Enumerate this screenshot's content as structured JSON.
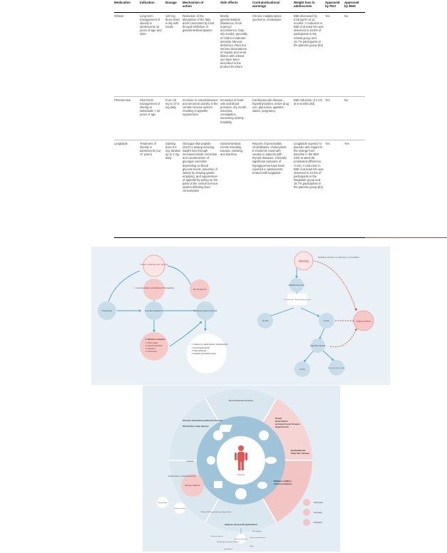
{
  "table": {
    "headers": [
      "Medication",
      "Indication",
      "Dosage",
      "Mechanism of action",
      "Side effects",
      "Contraindications/ warnings",
      "Weight loss in adolescents",
      "Approved by FDA",
      "Approved by EMA"
    ],
    "rows": [
      {
        "medication": "Orlistat",
        "indication": "Long-term management of obesity in adolescents 12 years of age and older",
        "dosage": "120 mg three times a day with meals",
        "mechanism": "Reduction of the absorption of the fatty acids consumed by food through inhibition of gastrointestinal lipases",
        "side_effects": "Mostly gastrointestinal (flatulence, fecal urgency/ incontinence, fatty, oily stools); generally of mild-to-moderate intensity. Mineral deficiency. Rare but serious associations of hepatic and renal illness with orlistat use have been described in the product brochure.",
        "contraindications": "Chronic malabsorption syndrome, cholestasis",
        "weight_loss": "BMI decreased by 0.55 kg/m² at 12 months. A reduction in BMI of at least 5% was observed in 26.5% of participants in the orlistat group and 15.7% participants in the placebo group [52]",
        "fda": "Yes",
        "ema": "No"
      },
      {
        "medication": "Phentermine",
        "indication": "Short-term management of obesity in individuals > 16 years of age",
        "dosage": "From 15 mg to 37.5 mg daily",
        "mechanism": "Increase in catecholamines and serotonin activity in the central nervous system resulting in appetite suppression",
        "side_effects": "Increases in heart rate and blood pressure, dry mouth, insomnia, constipation, worsening anxiety, irritability",
        "contraindications": "Cardiovascular disease, hyperthyroidism, active drug use, glaucoma, agitated states, pregnancy",
        "weight_loss": "BMI reduction of 4.1% at 6 months [53]",
        "fda": "Yes",
        "ema": "No"
      },
      {
        "medication": "Liraglutide",
        "indication": "Treatment of obesity in adolescents (12-17 years)",
        "dosage": "Starting dose 0.6 mg, titration up to 3 mg daily",
        "mechanism": "Glucagon-like peptide (GLP)-1 analog inducing weight loss through increased insulin secretion and counteraction of glucagon secretion depending on blood glucose levels, induction of satiety by slowing gastric emptying, and suppression of appetite by acting on the parts of the central nervous system affecting food consumption",
        "side_effects": "Gastrointestinal events including nausea, vomiting, and diarrhea",
        "contraindications": "Reports of pancreatitis, cholelithiasis, cholecystitis. It should be used with caution in patients with thyroid diseases. Clinically significant episodes of hypoglycemia have been reported in adolescents treated with liraglutide",
        "weight_loss": "Liraglutide superior to placebo with regard to the change from baseline in the BMI SDS at week 56 (estimated difference, -0.22). A reduction in BMI of at least 5% was observed in 43.3% of participants in the liraglutide group and 18.7% participants in the placebo group [54]",
        "fda": "Yes",
        "ema": "Yes"
      }
    ]
  },
  "figure1": {
    "patient": "Patient suffering from obesity",
    "communication": "1. Communication (motivational interviewing)",
    "sc_treatment": "SC Treatment",
    "prevention": "Prevention",
    "gp": "General practitioners",
    "therapeutic": "Therapeutic patient education",
    "medical_eval": "2. Medical evaluation",
    "medical_items": [
      "1. History taking",
      "2. Clinical examination",
      "3. Laboratory",
      "4. Clinical tests"
    ],
    "treatment_items": [
      "1. Lifestyle (e.g. eating behavior, physical activity)",
      "2. Psychological aspects",
      "3. Pharmacotherapy",
      "4. Metabolic and bariatric surgery"
    ],
    "obesity": "Obesity",
    "obesity_note": "Metabolism risk factors e.g. Waist app e.g. Comorbidities",
    "risk_assessment": "Metabolic risk severity",
    "staging": "e.g. Edmonton Obesity Staging System",
    "no_risk": "No risk",
    "at_risk": "At risk",
    "intervention": "Intervention",
    "diagnostic": "Diagnostic evaluation",
    "low": "At risk",
    "prevention2": "Prevention (tips, activity)"
  },
  "figure2": {
    "center": "Obesity",
    "musculoskeletal": "Musculoskeletal disorders",
    "cardio": [
      "Stroke",
      "Heart failure",
      "Ischaemic heart disease",
      "Hypertension"
    ],
    "copd": [
      "Chronic obstructive pulmonary disease",
      "Obstructive sleep apnoea"
    ],
    "liver": [
      "Dyslipidaemia",
      "Fatty liver disease"
    ],
    "cancer": "Cancer",
    "diabetes": [
      "Diabetes mellitus",
      "Insulin resistance"
    ],
    "energy": "Energy balance",
    "adipose": "Adipose tissue (AT) dysfunction",
    "genetic": "Genetic factors, environmental factors",
    "sleep": "Sleep quality",
    "physical": "Physical activity",
    "reduced": "Reduced EE (hypertrophy and hyperplasia)",
    "nephro": "Nephropathy",
    "neuro": "Neuropathy",
    "retino": "Retinopathy",
    "necrosis": "Necrosis factor α",
    "hormone": "Hormone receptors",
    "plasmin": "Plasminogen activator inhibitor-1",
    "interleukin": "Interleukin-6",
    "macrophages": "Macrophages",
    "tnf": "Tumor necrosis factor α",
    "leptin": "Leptin"
  },
  "colors": {
    "accent_red": "#c23a3a",
    "pink": "#f6c9c9",
    "blue": "#bcd4e3"
  }
}
